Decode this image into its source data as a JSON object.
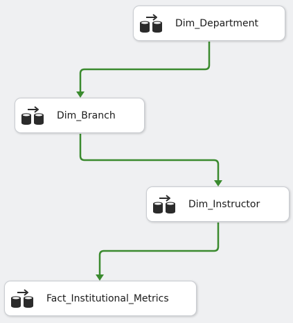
{
  "tasks": [
    {
      "id": "dim_department",
      "label": "Dim_Department",
      "icon": "data-flow-task-icon"
    },
    {
      "id": "dim_branch",
      "label": "Dim_Branch",
      "icon": "data-flow-task-icon"
    },
    {
      "id": "dim_instructor",
      "label": "Dim_Instructor",
      "icon": "data-flow-task-icon"
    },
    {
      "id": "fact_institutional_metrics",
      "label": "Fact_Institutional_Metrics",
      "icon": "data-flow-task-icon"
    }
  ],
  "precedence_constraints": [
    {
      "from": "Dim_Department",
      "to": "Dim_Branch",
      "status": "success",
      "color": "#3a8a2e"
    },
    {
      "from": "Dim_Branch",
      "to": "Dim_Instructor",
      "status": "success",
      "color": "#3a8a2e"
    },
    {
      "from": "Dim_Instructor",
      "to": "Fact_Institutional_Metrics",
      "status": "success",
      "color": "#3a8a2e"
    }
  ],
  "colors": {
    "canvas_background": "#eff0f2",
    "task_background": "#ffffff",
    "task_border": "#c9ccd1",
    "success_connector": "#3a8a2e",
    "icon_dark": "#2b2b2b"
  }
}
